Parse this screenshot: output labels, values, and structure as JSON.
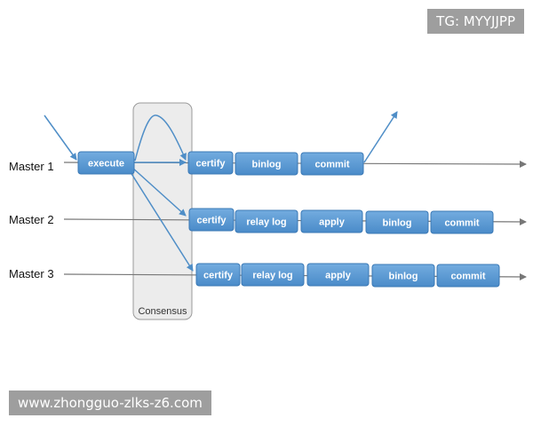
{
  "watermarks": {
    "top_right": "TG: MYYJJPP",
    "bottom_left": "www.zhongguo-zlks-z6.com"
  },
  "consensus_label": "Consensus",
  "masters": [
    {
      "label": "Master 1",
      "steps": [
        "execute",
        "certify",
        "binlog",
        "commit"
      ]
    },
    {
      "label": "Master 2",
      "steps": [
        "certify",
        "relay log",
        "apply",
        "binlog",
        "commit"
      ]
    },
    {
      "label": "Master 3",
      "steps": [
        "certify",
        "relay log",
        "apply",
        "binlog",
        "commit"
      ]
    }
  ],
  "colors": {
    "box_fill": "#5b9bd5",
    "box_border": "#3a78b5",
    "box_text": "#ffffff",
    "arrow": "#4f8ec7",
    "timeline": "#777777",
    "consensus_fill": "#ececec",
    "consensus_border": "#9a9a9a"
  }
}
